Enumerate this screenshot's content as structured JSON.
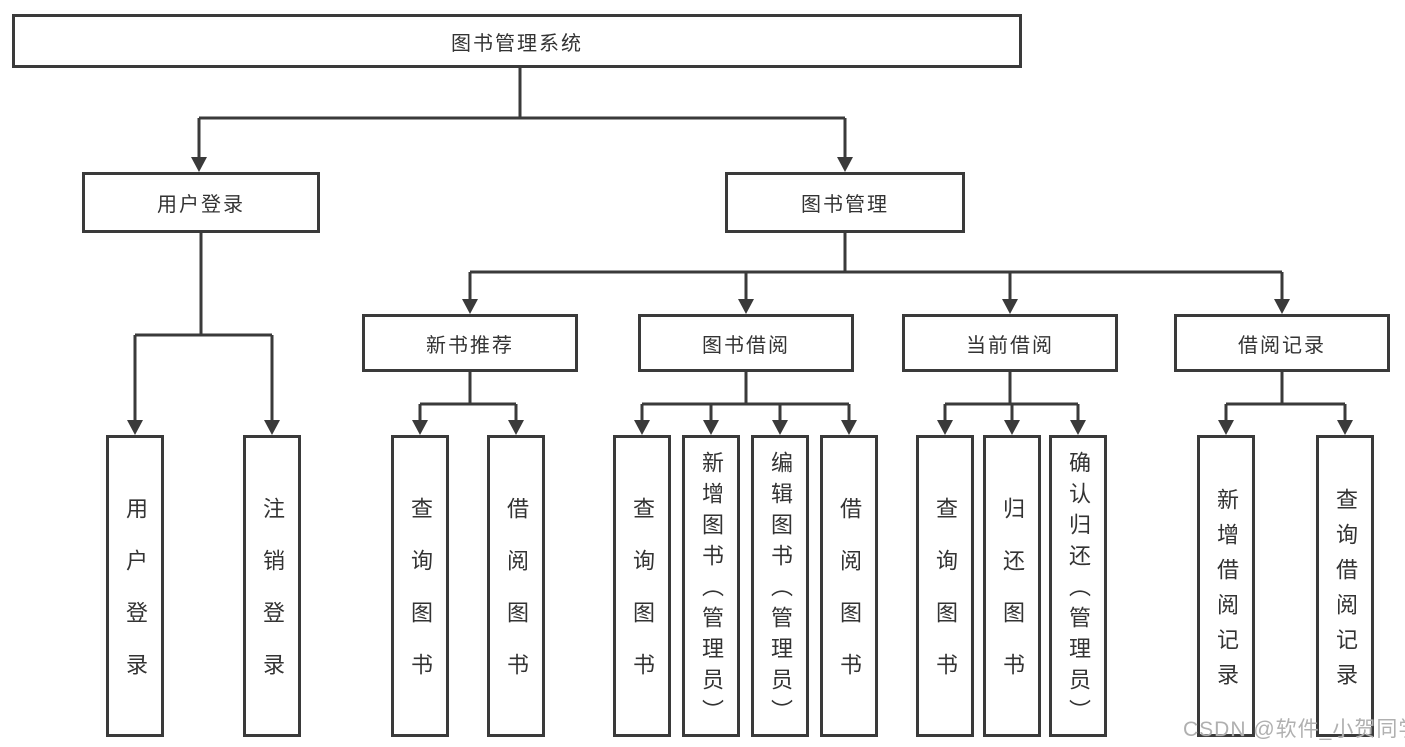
{
  "tree": {
    "root": {
      "label": "图书管理系统",
      "children": [
        {
          "label": "用户登录",
          "children": [
            {
              "label": "用户登录"
            },
            {
              "label": "注销登录"
            }
          ]
        },
        {
          "label": "图书管理",
          "children": [
            {
              "label": "新书推荐",
              "children": [
                {
                  "label": "查询图书"
                },
                {
                  "label": "借阅图书"
                }
              ]
            },
            {
              "label": "图书借阅",
              "children": [
                {
                  "label": "查询图书"
                },
                {
                  "label": "新增图书（管理员）"
                },
                {
                  "label": "编辑图书（管理员）"
                },
                {
                  "label": "借阅图书"
                }
              ]
            },
            {
              "label": "当前借阅",
              "children": [
                {
                  "label": "查询图书"
                },
                {
                  "label": "归还图书"
                },
                {
                  "label": "确认归还（管理员）"
                }
              ]
            },
            {
              "label": "借阅记录",
              "children": [
                {
                  "label": "新增借阅记录"
                },
                {
                  "label": "查询借阅记录"
                }
              ]
            }
          ]
        }
      ]
    }
  },
  "watermark": "CSDN @软件_小贺同学",
  "colors": {
    "line": "#3a3a3a",
    "text": "#333333",
    "watermark": "#b0b0b0",
    "background": "#ffffff"
  }
}
